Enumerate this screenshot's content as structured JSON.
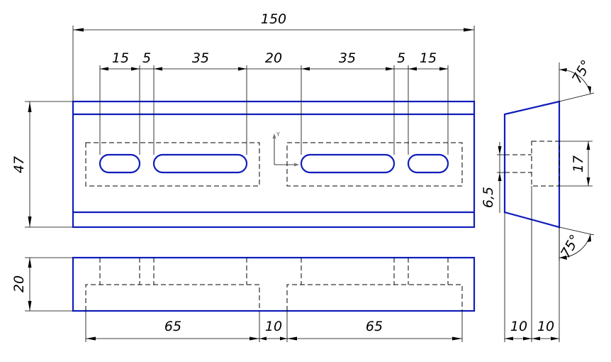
{
  "dimensions": {
    "overall_length": "150",
    "top_15_left": "15",
    "top_5_left": "5",
    "top_35_left": "35",
    "top_20": "20",
    "top_35_right": "35",
    "top_5_right": "5",
    "top_15_right": "15",
    "height_47": "47",
    "front_height_20": "20",
    "bottom_65_left": "65",
    "bottom_10": "10",
    "bottom_65_right": "65",
    "side_17": "17",
    "side_6_5": "6,5",
    "side_10_left": "10",
    "side_10_right": "10",
    "angle_top": "75°",
    "angle_bottom": "75°"
  },
  "axis_marker": {
    "y_label": "Y"
  },
  "colors": {
    "object_line": "#0f1dbb",
    "dimension_line": "#000000",
    "background": "#ffffff"
  }
}
